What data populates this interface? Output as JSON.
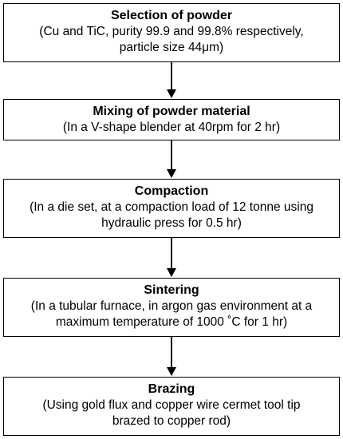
{
  "flowchart": {
    "steps": [
      {
        "title": "Selection of powder",
        "detail_line1": "(Cu and TiC, purity 99.9 and 99.8% respectively,",
        "detail_line2": "particle size 44μm)"
      },
      {
        "title": "Mixing of powder material",
        "detail_line1": "(In a V-shape blender at 40rpm for 2 hr)",
        "detail_line2": ""
      },
      {
        "title": "Compaction",
        "detail_line1": "(In a die set, at a compaction load of 12 tonne using",
        "detail_line2": "hydraulic press for 0.5 hr)"
      },
      {
        "title": "Sintering",
        "detail_line1": "(In a tubular furnace, in argon gas environment at a",
        "detail_line2": "maximum temperature of 1000 ˚C for 1 hr)"
      },
      {
        "title": "Brazing",
        "detail_line1": "(Using gold flux and copper wire cermet tool tip",
        "detail_line2": "brazed to copper rod)"
      }
    ]
  }
}
